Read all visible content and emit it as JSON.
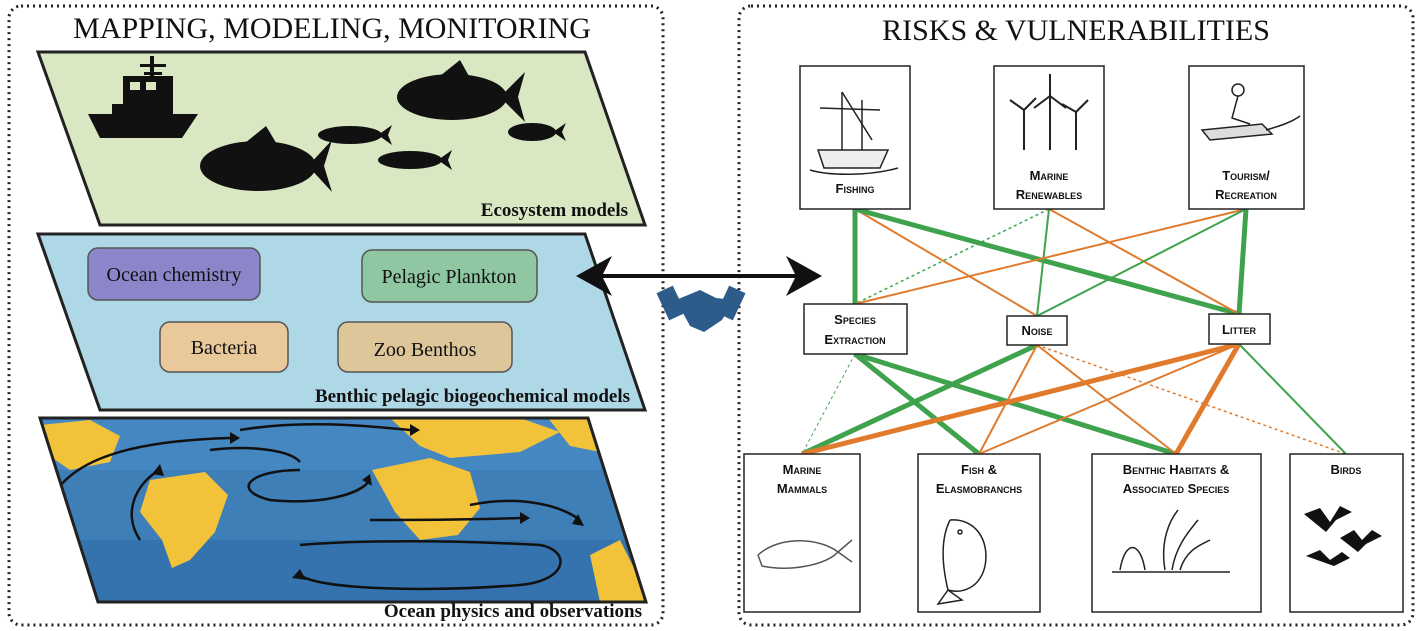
{
  "left_panel": {
    "title": "MAPPING, MODELING, MONITORING",
    "layers": [
      {
        "label": "Ecosystem models",
        "color": "#d9e8c2"
      },
      {
        "label": "Benthic pelagic biogeochemical models",
        "color": "#aed8e6"
      },
      {
        "label": "Ocean physics and  observations",
        "color": "#3f7fb8"
      }
    ],
    "boxes": [
      {
        "label": "Ocean chemistry",
        "color": "#8b86c9"
      },
      {
        "label": "Pelagic Plankton",
        "color": "#8ec7a1"
      },
      {
        "label": "Bacteria",
        "color": "#e9c99b"
      },
      {
        "label": "Zoo Benthos",
        "color": "#ddc79a"
      }
    ]
  },
  "right_panel": {
    "title": "RISKS & VULNERABILITIES",
    "sources": [
      {
        "line1": "Fishing",
        "line2": ""
      },
      {
        "line1": "Marine",
        "line2": "Renewables"
      },
      {
        "line1": "Tourism/",
        "line2": "Recreation"
      }
    ],
    "pressures": [
      {
        "line1": "Species",
        "line2": "Extraction"
      },
      {
        "line1": "Noise",
        "line2": ""
      },
      {
        "line1": "Litter",
        "line2": ""
      }
    ],
    "receptors": [
      {
        "line1": "Marine",
        "line2": "Mammals"
      },
      {
        "line1": "Fish &",
        "line2": "Elasmobranchs"
      },
      {
        "line1": "Benthic Habitats &",
        "line2": "Associated Species"
      },
      {
        "line1": "Birds",
        "line2": ""
      }
    ],
    "colors": {
      "green": "#3fa34d",
      "orange": "#e07b2d"
    }
  }
}
